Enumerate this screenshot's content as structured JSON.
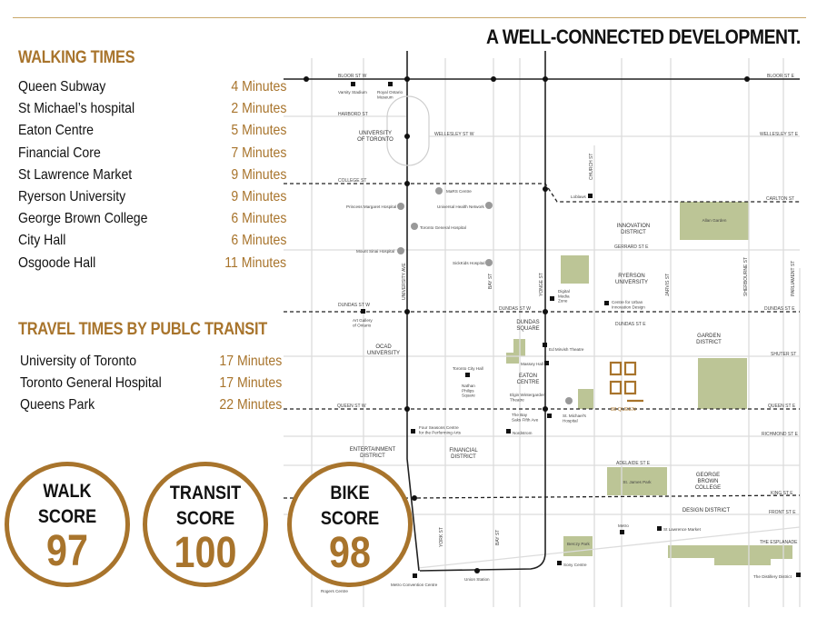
{
  "headline": "A WELL-CONNECTED DEVELOPMENT.",
  "walking": {
    "title": "WALKING TIMES",
    "items": [
      {
        "place": "Queen Subway",
        "time": "4 Minutes"
      },
      {
        "place": "St Michael’s hospital",
        "time": "2 Minutes"
      },
      {
        "place": "Eaton Centre",
        "time": "5 Minutes"
      },
      {
        "place": "Financial Core",
        "time": "7 Minutes"
      },
      {
        "place": "St Lawrence Market",
        "time": "9 Minutes"
      },
      {
        "place": "Ryerson University",
        "time": "9 Minutes"
      },
      {
        "place": "George Brown College",
        "time": "6 Minutes"
      },
      {
        "place": "City Hall",
        "time": "6 Minutes"
      },
      {
        "place": "Osgoode Hall",
        "time": "11 Minutes"
      }
    ]
  },
  "transit": {
    "title": "TRAVEL TIMES BY PUBLC TRANSIT",
    "items": [
      {
        "place": "University of Toronto",
        "time": "17 Minutes"
      },
      {
        "place": "Toronto General Hospital",
        "time": "17 Minutes"
      },
      {
        "place": "Queens Park",
        "time": "22 Minutes"
      }
    ]
  },
  "scores": {
    "walk": {
      "line1": "WALK",
      "line2": "SCORE",
      "value": "97"
    },
    "transit": {
      "line1": "TRANSIT",
      "line2": "SCORE",
      "value": "100"
    },
    "bike": {
      "line1": "BIKE",
      "line2": "SCORE",
      "value": "98"
    }
  },
  "map": {
    "streets": {
      "bloor_w": "BLOOR ST W",
      "bloor_e": "BLOOR ST E",
      "harbord": "HARBORD ST",
      "wellesley_w": "WELLESLEY ST W",
      "wellesley_e": "WELLESLEY ST E",
      "college": "COLLEGE ST",
      "carlton": "CARLTON ST",
      "gerrard": "GERRARD ST E",
      "dundas_w": "DUNDAS ST W",
      "dundas_w2": "DUNDAS ST W",
      "dundas_e": "DUNDAS ST E",
      "dundas_e2": "DUNDAS ST E",
      "shuter": "SHUTER ST",
      "queen_w": "QUEEN ST W",
      "queen_e": "QUEEN ST E",
      "richmond": "RICHMOND ST E",
      "adelaide": "ADELAIDE ST E",
      "king": "KING ST E",
      "front": "FRONT ST E",
      "esplanade": "THE ESPLANADE",
      "university_ave": "UNIVERSITY AVE",
      "bay_1": "BAY ST",
      "bay_2": "BAY ST",
      "bay_3": "BAY ST",
      "yonge": "YONGE ST",
      "church": "CHURCH ST",
      "jarvis": "JARVIS ST",
      "sherbourne": "SHERBOURNE ST",
      "parliament": "PARLIAMENT ST",
      "york": "YORK ST"
    },
    "districts": {
      "uoft": "UNIVERSITY\nOF TORONTO",
      "innovation": "INNOVATION\nDISTRICT",
      "ryerson": "RYERSON\nUNIVERSITY",
      "garden": "GARDEN\nDISTRICT",
      "ocad": "OCAD\nUNIVERSITY",
      "dundas_sq": "DUNDAS\nSQUARE",
      "eaton": "EATON\nCENTRE",
      "entertainment": "ENTERTAINMENT\nDISTRICT",
      "financial": "FINANCIAL\nDISTRICT",
      "george_brown": "GEORGE\nBROWN\nCOLLEGE",
      "design": "DESIGN DISTRICT"
    },
    "places": {
      "varsity": "Varsity Stadium",
      "rom": "Royal Ontario\nMuseum",
      "mars": "MaRS Centre",
      "princess": "Princess Margaret Hospital",
      "uhn": "Universal Health Network",
      "tgh": "Toronto General Hospital",
      "mount_sinai": "Mount Sinai Hospital",
      "sickkids": "SickKids Hospital",
      "loblaws": "Loblaws",
      "allan": "Allan Garden",
      "digital": "Digital\nMedia\nZone",
      "urban": "Centre for Urban\nInnovation Design",
      "ago": "Art Gallery\nof Ontario",
      "mirvish": "Ed Mirvish Theatre",
      "massey": "Massey Hall",
      "city_hall": "Toronto City Hall",
      "nathan": "Nathan\nPhilips\nSquare",
      "elgin": "Elgin Wintergarden\nTheatre",
      "bay_store": "The Bay\nSaks Fifth Ave",
      "st_michaels": "St. Michael's\nHospital",
      "four_seasons": "Four Seasons Centre\nfor the Performing Arts",
      "nordstrom": "Nordstrom",
      "st_james": "St. James Park",
      "metro": "Metro",
      "stlm": "St Lawrence Market",
      "berczy": "Berczy Park",
      "sony": "Sony Centre",
      "distillery": "The Distillery District",
      "union": "Union Station",
      "mtcc": "Metro Convention Centre",
      "rogers": "Rogers Centre",
      "development": "88 QUEEN"
    }
  },
  "colors": {
    "gold": "#a8742c",
    "park": "#bcc596",
    "road": "#dcdcdc",
    "text": "#111111"
  }
}
